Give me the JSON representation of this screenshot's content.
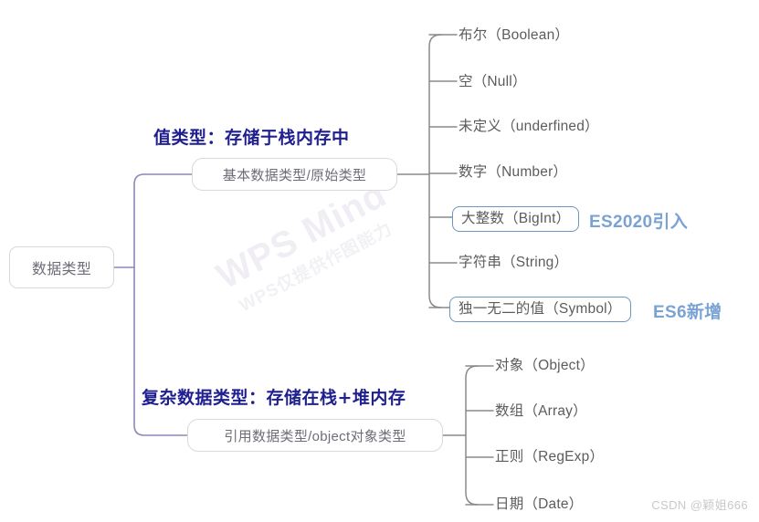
{
  "root": {
    "label": "数据类型"
  },
  "branches": [
    {
      "heading": "值类型：存储于栈内存中",
      "node_label": "基本数据类型/原始类型",
      "leaves": [
        {
          "label": "布尔（Boolean）",
          "boxed": false,
          "note": ""
        },
        {
          "label": "空（Null）",
          "boxed": false,
          "note": ""
        },
        {
          "label": "未定义（underfined）",
          "boxed": false,
          "note": ""
        },
        {
          "label": "数字（Number）",
          "boxed": false,
          "note": ""
        },
        {
          "label": "大整数（BigInt）",
          "boxed": true,
          "note": "ES2020引入"
        },
        {
          "label": "字符串（String）",
          "boxed": false,
          "note": ""
        },
        {
          "label": "独一无二的值（Symbol）",
          "boxed": true,
          "note": "ES6新增"
        }
      ]
    },
    {
      "heading": "复杂数据类型：存储在栈+堆内存",
      "node_label": "引用数据类型/object对象类型",
      "leaves": [
        {
          "label": "对象（Object）",
          "boxed": false,
          "note": ""
        },
        {
          "label": "数组（Array）",
          "boxed": false,
          "note": ""
        },
        {
          "label": "正则（RegExp）",
          "boxed": false,
          "note": ""
        },
        {
          "label": "日期（Date）",
          "boxed": false,
          "note": ""
        }
      ]
    }
  ],
  "watermark": {
    "main": "WPS Mind",
    "sub": "WPS仅提供作图能力"
  },
  "credit": "CSDN @颖姐666",
  "colors": {
    "trunk": "#8f86b8",
    "branch": "#8a8a8a",
    "heading": "#1f1f8f",
    "note": "#7aa3d4",
    "boxed_border": "#6f93c4",
    "node_border": "#d9d9d9",
    "leaf_text": "#5c5c5c"
  }
}
